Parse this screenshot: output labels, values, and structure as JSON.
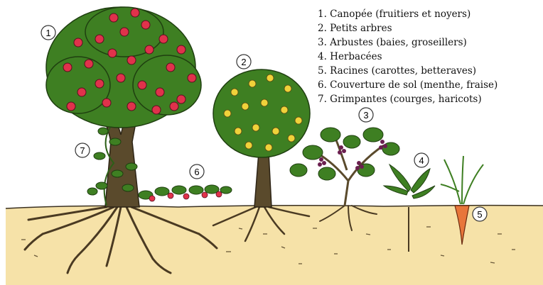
{
  "legend": {
    "items": [
      "1. Canopée (fruitiers et noyers)",
      "2. Petits arbres",
      "3. Arbustes (baies, groseillers)",
      "4. Herbacées",
      "5. Racines (carottes, betteraves)",
      "6. Couverture de sol (menthe, fraise)",
      "7. Grimpantes (courges, haricots)"
    ]
  },
  "markers": {
    "m1": "1",
    "m2": "2",
    "m3": "3",
    "m4": "4",
    "m5": "5",
    "m6": "6",
    "m7": "7"
  },
  "colors": {
    "soil": "#f6e2a8",
    "foliage": "#3e7f22",
    "foliage_dark": "#2c5f17",
    "trunk": "#5a4a2c",
    "apple": "#e0324b",
    "lemon": "#f0d23a",
    "berry": "#6b1f4f",
    "carrot": "#e8763a"
  }
}
